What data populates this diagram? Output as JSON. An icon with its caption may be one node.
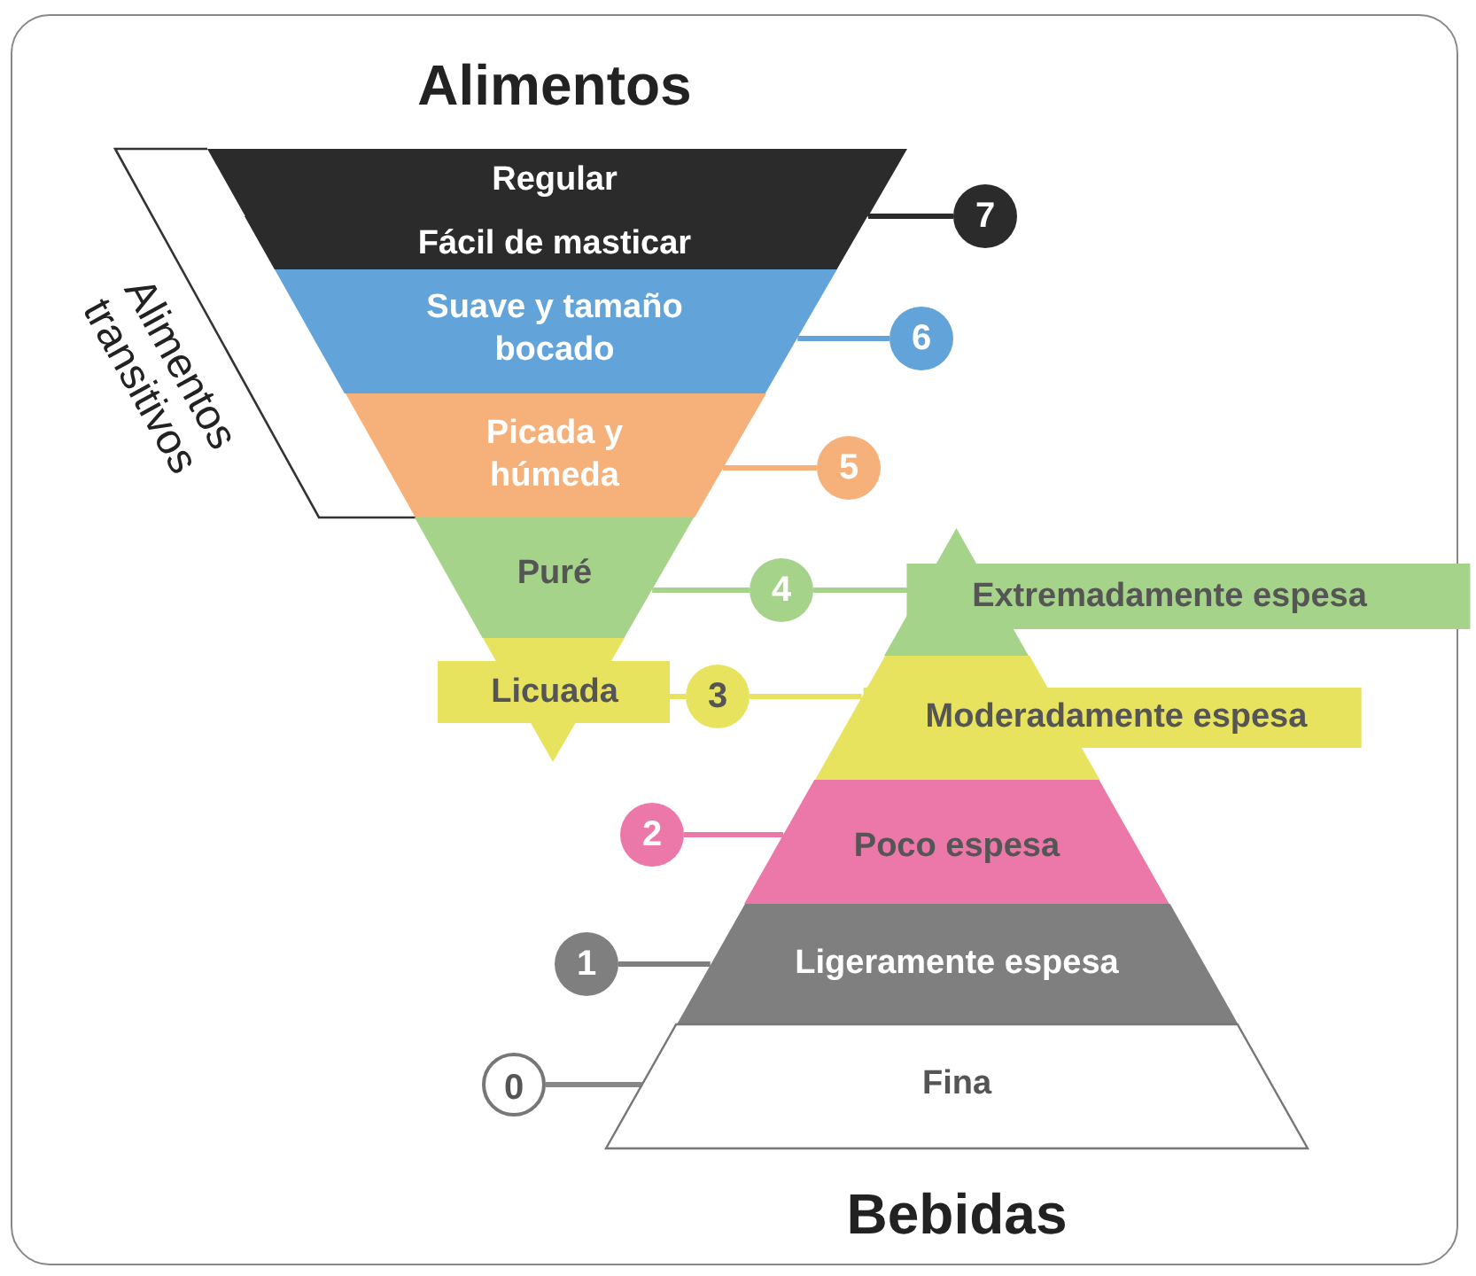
{
  "diagram": {
    "nodes": [
      {
        "text": [
          "Regular"
        ]
      },
      {
        "text": [
          "Fácil de masticar"
        ]
      },
      {
        "text": [
          "Suave y tamaño bocado"
        ]
      },
      {
        "text": [
          "Picada y húmeda"
        ]
      },
      {
        "text": [
          "Puré"
        ]
      },
      {
        "text": [
          "Licuada"
        ]
      },
      {
        "text": [
          "Extremadamente espesa"
        ]
      },
      {
        "text": [
          "Moderadamente espesa"
        ]
      },
      {
        "text": [
          "Poco espesa"
        ]
      },
      {
        "text": [
          "Ligeramente espesa"
        ]
      },
      {
        "text": [
          "Fina"
        ]
      },
      {
        "text": [
          "7"
        ]
      },
      {
        "text": [
          "6"
        ]
      },
      {
        "text": [
          "5"
        ]
      },
      {
        "text": [
          "4"
        ]
      },
      {
        "text": [
          "3"
        ]
      },
      {
        "text": [
          "2"
        ]
      },
      {
        "text": [
          "1"
        ]
      },
      {
        "text": [
          "0"
        ]
      }
    ],
    "edges": [
      {
        "from": 11,
        "to": 0,
        "arrow": "none",
        "color": "#2b2b2b"
      },
      {
        "from": 11,
        "to": 1,
        "arrow": "none",
        "color": "#2b2b2b"
      },
      {
        "from": 12,
        "to": 2,
        "arrow": "none",
        "color": "#62a3d9"
      },
      {
        "from": 13,
        "to": 3,
        "arrow": "none",
        "color": "#f6b07a"
      },
      {
        "from": 4,
        "to": 14,
        "arrow": "none",
        "color": "#a6d38a"
      },
      {
        "from": 14,
        "to": 6,
        "arrow": "none",
        "color": "#a6d38a"
      },
      {
        "from": 5,
        "to": 15,
        "arrow": "none",
        "color": "#e8e35f"
      },
      {
        "from": 15,
        "to": 7,
        "arrow": "none",
        "color": "#e8e35f"
      },
      {
        "from": 16,
        "to": 8,
        "arrow": "none",
        "color": "#ec77a9"
      },
      {
        "from": 17,
        "to": 9,
        "arrow": "none",
        "color": "#807f7f"
      },
      {
        "from": 18,
        "to": 10,
        "arrow": "none",
        "color": "#888888"
      }
    ],
    "labels": [
      "Alimentos",
      "Alimentos transitivos",
      "Bebidas"
    ]
  }
}
